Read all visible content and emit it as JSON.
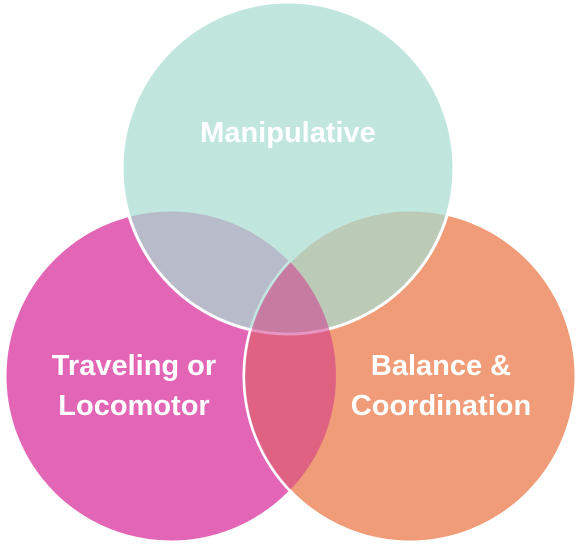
{
  "diagram": {
    "circles": [
      {
        "id": "manipulative",
        "lines": [
          "Manipulative"
        ],
        "color": "#a8ddd1"
      },
      {
        "id": "traveling",
        "lines": [
          "Traveling or",
          "Locomotor"
        ],
        "color": "#e25fb2"
      },
      {
        "id": "balance",
        "lines": [
          "Balance &",
          "Coordination"
        ],
        "color": "#f0956e"
      }
    ]
  }
}
